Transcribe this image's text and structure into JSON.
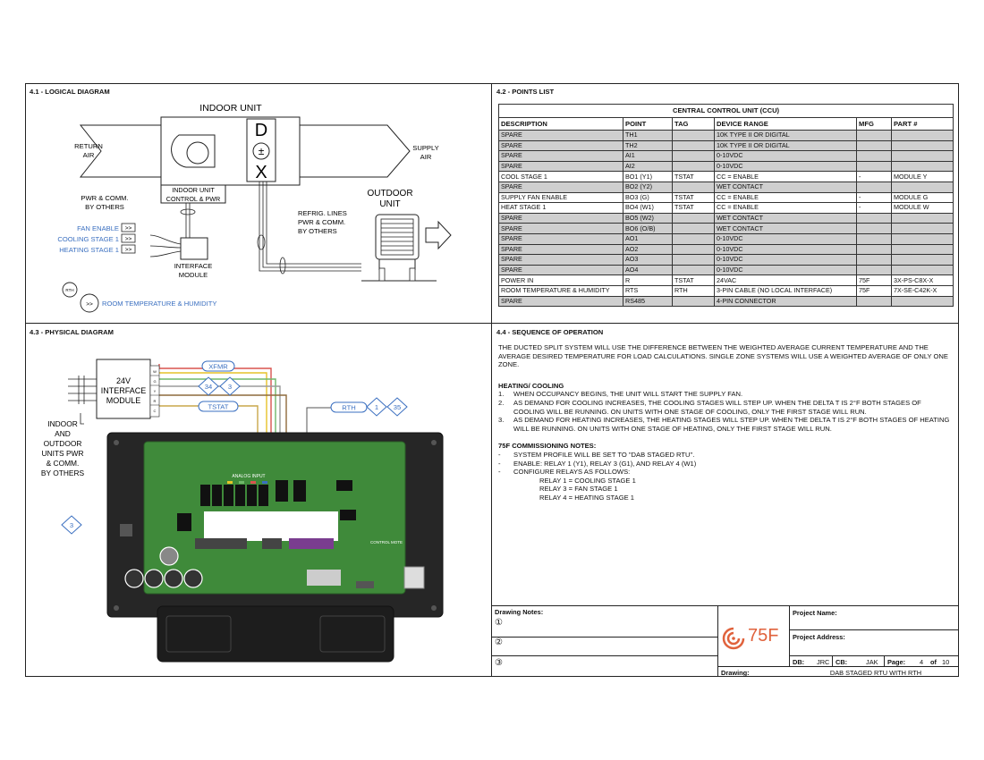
{
  "sections": {
    "logical": "4.1 - LOGICAL DIAGRAM",
    "points": "4.2 - POINTS LIST",
    "physical": "4.3 - PHYSICAL DIAGRAM",
    "sequence": "4.4 - SEQUENCE OF OPERATION"
  },
  "logical": {
    "indoor_unit": "INDOOR UNIT",
    "return_air": [
      "RETURN",
      "AIR"
    ],
    "supply_air": [
      "SUPPLY",
      "AIR"
    ],
    "dx": [
      "D",
      "±",
      "X"
    ],
    "control_pwr": [
      "INDOOR UNIT",
      "CONTROL & PWR"
    ],
    "pwr_comm": [
      "PWR & COMM.",
      "BY OTHERS"
    ],
    "outdoor_unit": [
      "OUTDOOR",
      "UNIT"
    ],
    "refrig": [
      "REFRIG. LINES",
      "PWR & COMM.",
      "BY OTHERS"
    ],
    "fan_enable": "FAN ENABLE",
    "cooling_stage": "COOLING STAGE 1",
    "heating_stage": "HEATING STAGE 1",
    "chevrons": ">>",
    "interface_module": [
      "INTERFACE",
      "MODULE"
    ],
    "rth": "RTH",
    "room_temp": "ROOM TEMPERATURE & HUMIDITY"
  },
  "physical": {
    "module": [
      "24V",
      "INTERFACE",
      "MODULE"
    ],
    "terminals": [
      "W",
      "G",
      "Y",
      "R",
      "C"
    ],
    "xfmr": "XFMR",
    "tstat": "TSTAT",
    "rth": "RTH",
    "diamond_34": "34",
    "diamond_3": "3",
    "diamond_1": "1",
    "diamond_35": "35",
    "diamond_3b": "3",
    "indoor_outdoor": [
      "INDOOR",
      "AND",
      "OUTDOOR",
      "UNITS PWR",
      "& COMM.",
      "BY OTHERS"
    ],
    "board_text": [
      "ANALOG INPUT",
      "CONTROL MOTE"
    ]
  },
  "points": {
    "title": "CENTRAL CONTROL UNIT (CCU)",
    "headers": [
      "DESCRIPTION",
      "POINT",
      "TAG",
      "DEVICE RANGE",
      "MFG",
      "PART #"
    ],
    "rows": [
      [
        "SPARE",
        "TH1",
        "",
        "10K TYPE II OR DIGITAL",
        "",
        ""
      ],
      [
        "SPARE",
        "TH2",
        "",
        "10K TYPE II OR DIGITAL",
        "",
        ""
      ],
      [
        "SPARE",
        "AI1",
        "",
        "0-10VDC",
        "",
        ""
      ],
      [
        "SPARE",
        "AI2",
        "",
        "0-10VDC",
        "",
        ""
      ],
      [
        "COOL STAGE 1",
        "BO1 (Y1)",
        "TSTAT",
        "CC = ENABLE",
        "-",
        "MODULE Y"
      ],
      [
        "SPARE",
        "BO2 (Y2)",
        "",
        "WET CONTACT",
        "",
        ""
      ],
      [
        "SUPPLY FAN ENABLE",
        "BO3 (G)",
        "TSTAT",
        "CC = ENABLE",
        "-",
        "MODULE G"
      ],
      [
        "HEAT STAGE 1",
        "BO4 (W1)",
        "TSTAT",
        "CC = ENABLE",
        "-",
        "MODULE W"
      ],
      [
        "SPARE",
        "BO5 (W2)",
        "",
        "WET CONTACT",
        "",
        ""
      ],
      [
        "SPARE",
        "BO6 (O/B)",
        "",
        "WET CONTACT",
        "",
        ""
      ],
      [
        "SPARE",
        "AO1",
        "",
        "0-10VDC",
        "",
        ""
      ],
      [
        "SPARE",
        "AO2",
        "",
        "0-10VDC",
        "",
        ""
      ],
      [
        "SPARE",
        "AO3",
        "",
        "0-10VDC",
        "",
        ""
      ],
      [
        "SPARE",
        "AO4",
        "",
        "0-10VDC",
        "",
        ""
      ],
      [
        "POWER IN",
        "R",
        "TSTAT",
        "24VAC",
        "75F",
        "3X-PS-C8X-X"
      ],
      [
        "ROOM TEMPERATURE & HUMIDITY",
        "RTS",
        "RTH",
        "3-PIN CABLE (NO LOCAL INTERFACE)",
        "75F",
        "7X-SE-C42K-X"
      ],
      [
        "SPARE",
        "RS485",
        "",
        "4-PIN CONNECTOR",
        "",
        ""
      ]
    ]
  },
  "sequence": {
    "intro": "THE DUCTED SPLIT SYSTEM WILL USE THE DIFFERENCE BETWEEN THE WEIGHTED AVERAGE CURRENT TEMPERATURE AND THE AVERAGE DESIRED TEMPERATURE FOR LOAD CALCULATIONS. SINGLE ZONE SYSTEMS WILL USE A WEIGHTED AVERAGE OF ONLY ONE ZONE.",
    "heating_cooling_title": "HEATING/ COOLING",
    "items": [
      {
        "n": "1.",
        "text": "WHEN OCCUPANCY BEGINS, THE UNIT WILL START THE SUPPLY FAN."
      },
      {
        "n": "2.",
        "text": "AS DEMAND FOR COOLING INCREASES, THE COOLING STAGES WILL STEP UP. WHEN THE DELTA T IS 2°F BOTH STAGES OF COOLING WILL BE RUNNING. ON UNITS WITH ONE STAGE OF COOLING, ONLY THE FIRST STAGE WILL RUN."
      },
      {
        "n": "3.",
        "text": "AS DEMAND FOR HEATING INCREASES, THE HEATING STAGES WILL STEP UP. WHEN THE DELTA T IS 2°F BOTH STAGES OF HEATING WILL BE RUNNING. ON UNITS WITH ONE STAGE OF HEATING, ONLY THE FIRST STAGE WILL RUN."
      }
    ],
    "commissioning_title": "75F COMMISSIONING NOTES:",
    "notes": [
      {
        "n": "-",
        "text": "SYSTEM PROFILE WILL BE SET TO \"DAB STAGED RTU\"."
      },
      {
        "n": "-",
        "text": "ENABLE: RELAY 1 (Y1), RELAY 3 (G1), AND RELAY 4 (W1)"
      },
      {
        "n": "-",
        "text": "CONFIGURE RELAYS AS FOLLOWS:"
      }
    ],
    "relays": [
      "RELAY 1 = COOLING STAGE 1",
      "RELAY 3 = FAN STAGE 1",
      "RELAY 4 = HEATING STAGE 1"
    ]
  },
  "titleblock": {
    "drawing_notes": "Drawing Notes:",
    "note_marks": [
      "①",
      "②",
      "③"
    ],
    "logo": "75F",
    "project_name": "Project Name:",
    "project_address": "Project Address:",
    "db_label": "DB:",
    "db": "JRC",
    "cb_label": "CB:",
    "cb": "JAK",
    "page_label": "Page:",
    "page": "4",
    "of": "of",
    "total": "10",
    "drawing_label": "Drawing:",
    "drawing": "DAB STAGED RTU WITH RTH"
  },
  "colors": {
    "blue": "#3a6fc0",
    "logo": "#e0623c",
    "board": "#3f8a3a"
  }
}
